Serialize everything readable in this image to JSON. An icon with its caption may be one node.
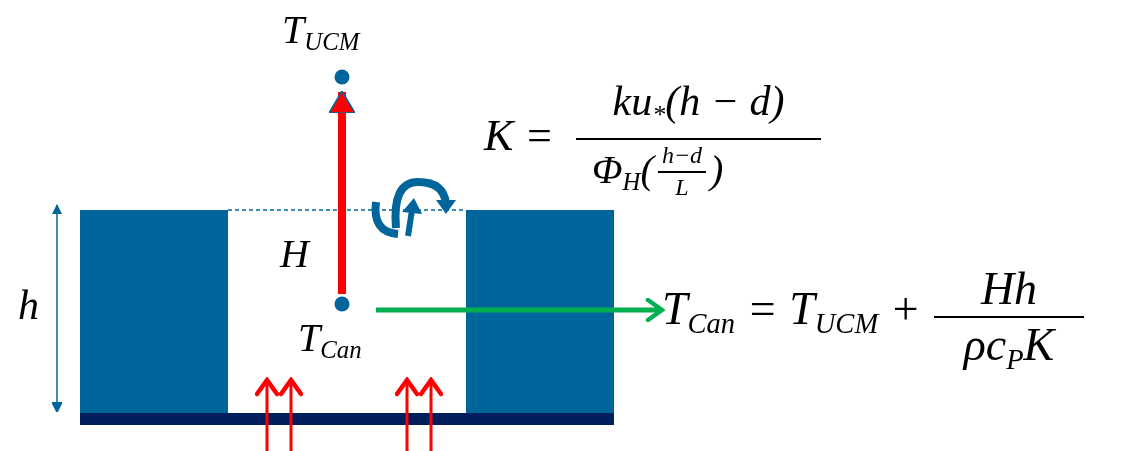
{
  "diagram": {
    "nodes": [
      {
        "text": [
          "T$_{UCM}$"
        ]
      },
      {
        "text": [
          "T$_{Can}$"
        ]
      },
      {
        "text": [
          "T$_{Can}$ = T$_{UCM}$ +",
          "Hh",
          "ρc$_{P}$K"
        ]
      },
      {
        "text": [
          "K =",
          "ku$_{*}$(h − d)",
          "Φ$_{H}$(",
          "h−d",
          "L",
          ")"
        ]
      }
    ],
    "edges": [
      {
        "from": 1,
        "to": 0,
        "arrow": "to",
        "label": "H",
        "color": "#ff0000"
      },
      {
        "from": 1,
        "to": 2,
        "arrow": "to",
        "color": "#00b050"
      }
    ],
    "labels": [
      "h"
    ]
  }
}
